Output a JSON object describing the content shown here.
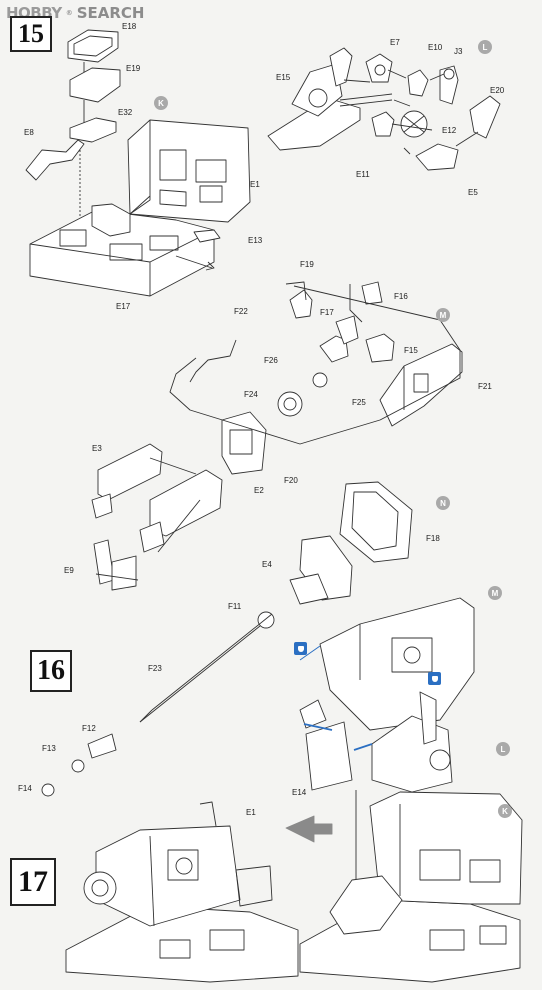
{
  "brand": {
    "part1": "HOBBY",
    "part2": "SEARCH",
    "reg": "®"
  },
  "steps": {
    "s15": "15",
    "s16": "16",
    "s17": "17"
  },
  "labels": {
    "E18": "E18",
    "E19": "E19",
    "E32": "E32",
    "E8": "E8",
    "E1a": "E1",
    "E13": "E13",
    "E17": "E17",
    "E7": "E7",
    "E10": "E10",
    "J3": "J3",
    "E15": "E15",
    "E20": "E20",
    "E12": "E12",
    "E11": "E11",
    "E5": "E5",
    "F19": "F19",
    "F16": "F16",
    "F22": "F22",
    "F17": "F17",
    "F26": "F26",
    "F15": "F15",
    "F21": "F21",
    "F24": "F24",
    "F25": "F25",
    "F20": "F20",
    "E3": "E3",
    "E2": "E2",
    "E9": "E9",
    "F18": "F18",
    "E4": "E4",
    "F11": "F11",
    "F23": "F23",
    "F12": "F12",
    "F13": "F13",
    "F14": "F14",
    "E14": "E14",
    "E1b": "E1"
  },
  "circles": {
    "K1": "K",
    "L1": "L",
    "M1": "M",
    "N1": "N",
    "M2": "M",
    "L2": "L",
    "K2": "K"
  },
  "icons": {
    "paint_icon_1": "paint-icon",
    "paint_icon_2": "paint-icon"
  }
}
